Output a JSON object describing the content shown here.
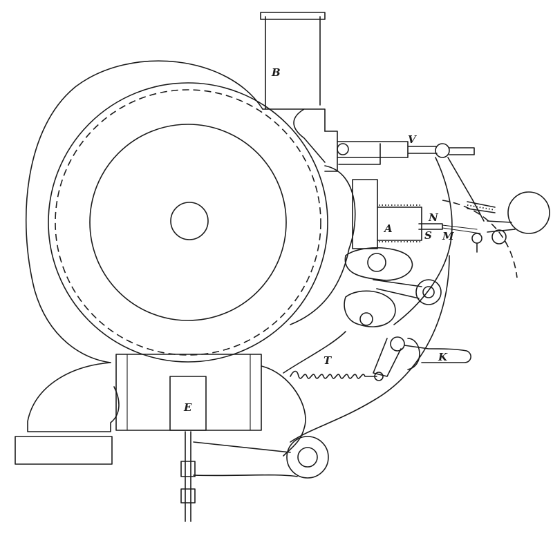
{
  "labels": {
    "B": "B",
    "V": "V",
    "N": "N",
    "A": "A",
    "S": "S",
    "M": "M",
    "T": "T",
    "K": "K",
    "E": "E"
  }
}
